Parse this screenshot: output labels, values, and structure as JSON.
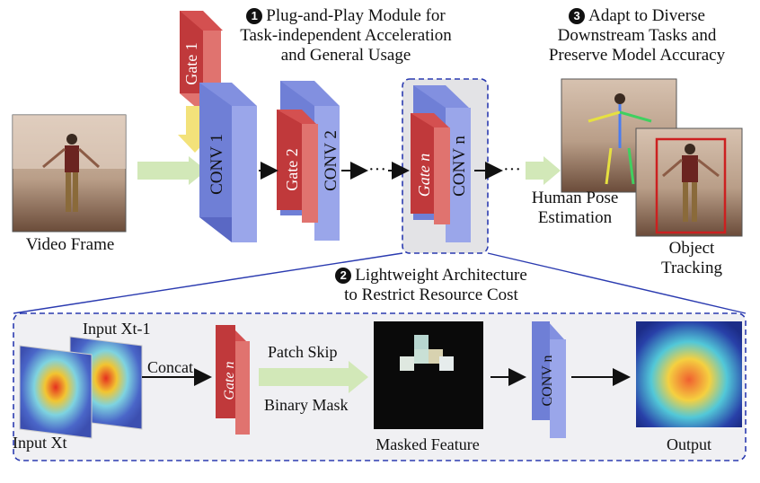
{
  "step1": {
    "number": "1",
    "lines": [
      "Plug-and-Play Module for",
      "Task-independent Acceleration",
      "and General Usage"
    ]
  },
  "step2": {
    "number": "2",
    "lines": [
      "Lightweight Architecture",
      "to Restrict Resource Cost"
    ]
  },
  "step3": {
    "number": "3",
    "lines": [
      "Adapt to Diverse",
      "Downstream Tasks and",
      "Preserve Model Accuracy"
    ]
  },
  "labels": {
    "video_frame": "Video Frame",
    "gate1": "Gate 1",
    "conv1": "CONV 1",
    "gate2": "Gate 2",
    "conv2": "CONV 2",
    "gate_n": "Gate n",
    "conv_n": "CONV n",
    "dots": "···",
    "human_pose": [
      "Human Pose",
      "Estimation"
    ],
    "object_tracking": [
      "Object",
      "Tracking"
    ],
    "input_prev": "Input Xt-1",
    "input_cur": "Input Xt",
    "concat": "Concat",
    "patch_skip": "Patch Skip",
    "binary_mask": "Binary Mask",
    "masked_feature": "Masked Feature",
    "output": "Output"
  },
  "colors": {
    "gate_red": "#c0393b",
    "gate_side": "#e0736f",
    "conv_blue": "#6f7fd6",
    "conv_side": "#9aa6ea",
    "arrow_green": "#d2e8b8",
    "arrow_yellow": "#f3e27a",
    "dashed_blue": "#2b3bb0",
    "panel_bg": "#f0f0f3"
  },
  "icons": [
    "video-frame-image",
    "pose-estimation-image",
    "tracking-image",
    "heatmap-image",
    "masked-feature-image",
    "output-heatmap-image"
  ]
}
